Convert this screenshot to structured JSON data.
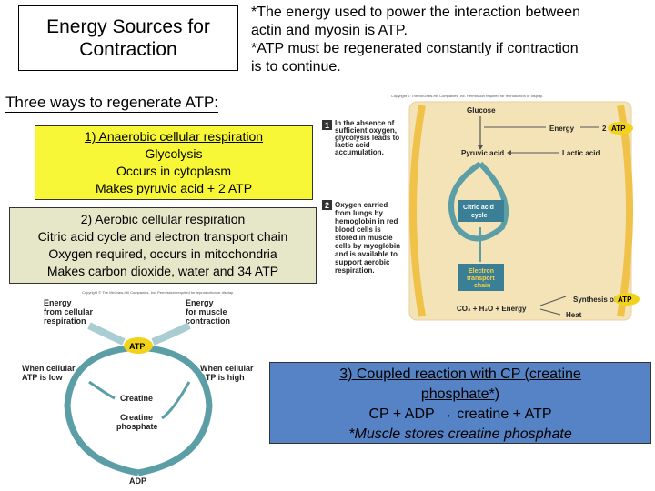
{
  "title": {
    "line1": "Energy Sources for",
    "line2": "Contraction"
  },
  "notes": [
    "*The energy used to power the interaction between",
    "actin and myosin is ATP.",
    "*ATP must be regenerated constantly if contraction",
    "is to continue."
  ],
  "heading": "Three ways to regenerate ATP:",
  "box1": {
    "title": "1) Anaerobic cellular respiration",
    "lines": [
      "Glycolysis",
      "Occurs in cytoplasm",
      "Makes pyruvic acid + 2 ATP"
    ]
  },
  "box2": {
    "title": "2) Aerobic cellular respiration",
    "lines": [
      "Citric acid cycle and electron transport chain",
      "Oxygen required, occurs in mitochondria",
      "Makes carbon dioxide, water and 34 ATP"
    ]
  },
  "box3": {
    "line1": "3)  Coupled reaction with CP (creatine",
    "line2": "phosphate*)",
    "line3": "CP + ADP → creatine + ATP",
    "line4": "*Muscle stores creatine phosphate"
  },
  "right_figure": {
    "copyright": "Copyright © The McGraw-Hill Companies, Inc. Permission required for reproduction or display.",
    "step1_num": "1",
    "step1_text": [
      "In the absence of",
      "sufficient oxygen,",
      "glycolysis leads to",
      "lactic acid",
      "accumulation."
    ],
    "step2_num": "2",
    "step2_text": [
      "Oxygen carried",
      "from lungs by",
      "hemoglobin in red",
      "blood cells is",
      "stored in muscle",
      "cells by myoglobin",
      "and is available to",
      "support aerobic",
      "respiration."
    ],
    "glucose": "Glucose",
    "energy": "Energy",
    "two": "2",
    "atp": "ATP",
    "pyruvic": "Pyruvic acid",
    "lactic": "Lactic acid",
    "citric": [
      "Citric acid",
      "cycle"
    ],
    "etc": [
      "Electron",
      "transport",
      "chain"
    ],
    "synthesis": "Synthesis of 34",
    "products": "CO₂ + H₂O + Energy",
    "heat": "Heat"
  },
  "left_figure": {
    "copyright": "Copyright © The McGraw-Hill Companies, Inc. Permission required for reproduction or display.",
    "energy_from": [
      "Energy",
      "from cellular",
      "respiration"
    ],
    "energy_for": [
      "Energy",
      "for muscle",
      "contraction"
    ],
    "atp": "ATP",
    "low": [
      "When cellular",
      "ATP is low"
    ],
    "high": [
      "When cellular",
      "ATP is high"
    ],
    "creatine": "Creatine",
    "creatine_phosphate": [
      "Creatine",
      "phosphate"
    ],
    "adp": "ADP"
  },
  "colors": {
    "yellow_box": "#f7f738",
    "tan_box": "#e6e6c9",
    "blue_box": "#5683c6",
    "teal": "#5b9ea6",
    "atp_yellow": "#f2d31c"
  }
}
